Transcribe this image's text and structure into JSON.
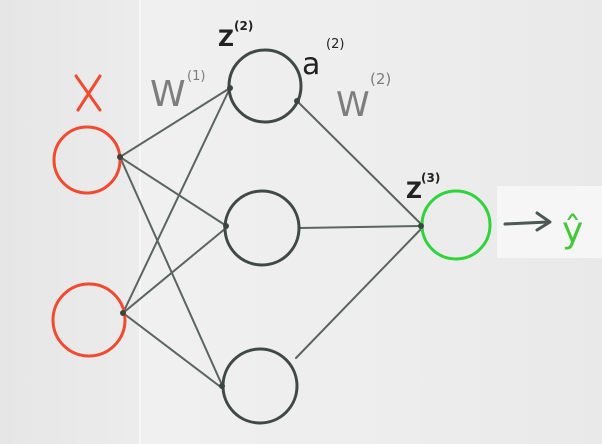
{
  "labels": {
    "input_label": "X",
    "w1": "W",
    "w1_sup": "(1)",
    "z2": "Z",
    "z2_sup": "(2)",
    "a2": "a",
    "a2_sup": "(2)",
    "w2": "W",
    "w2_sup": "(2)",
    "z3": "Z",
    "z3_sup": "(3)",
    "yhat": "ŷ"
  },
  "colors": {
    "input": "#f14a2e",
    "hidden": "#3f4a44",
    "output": "#2fd43a",
    "edge": "#59665f",
    "ink_dark": "#222222",
    "ink_gray": "#7d7d7d",
    "ink_green": "#45c83a"
  },
  "icons": {
    "arrow": "arrow-right-icon"
  }
}
